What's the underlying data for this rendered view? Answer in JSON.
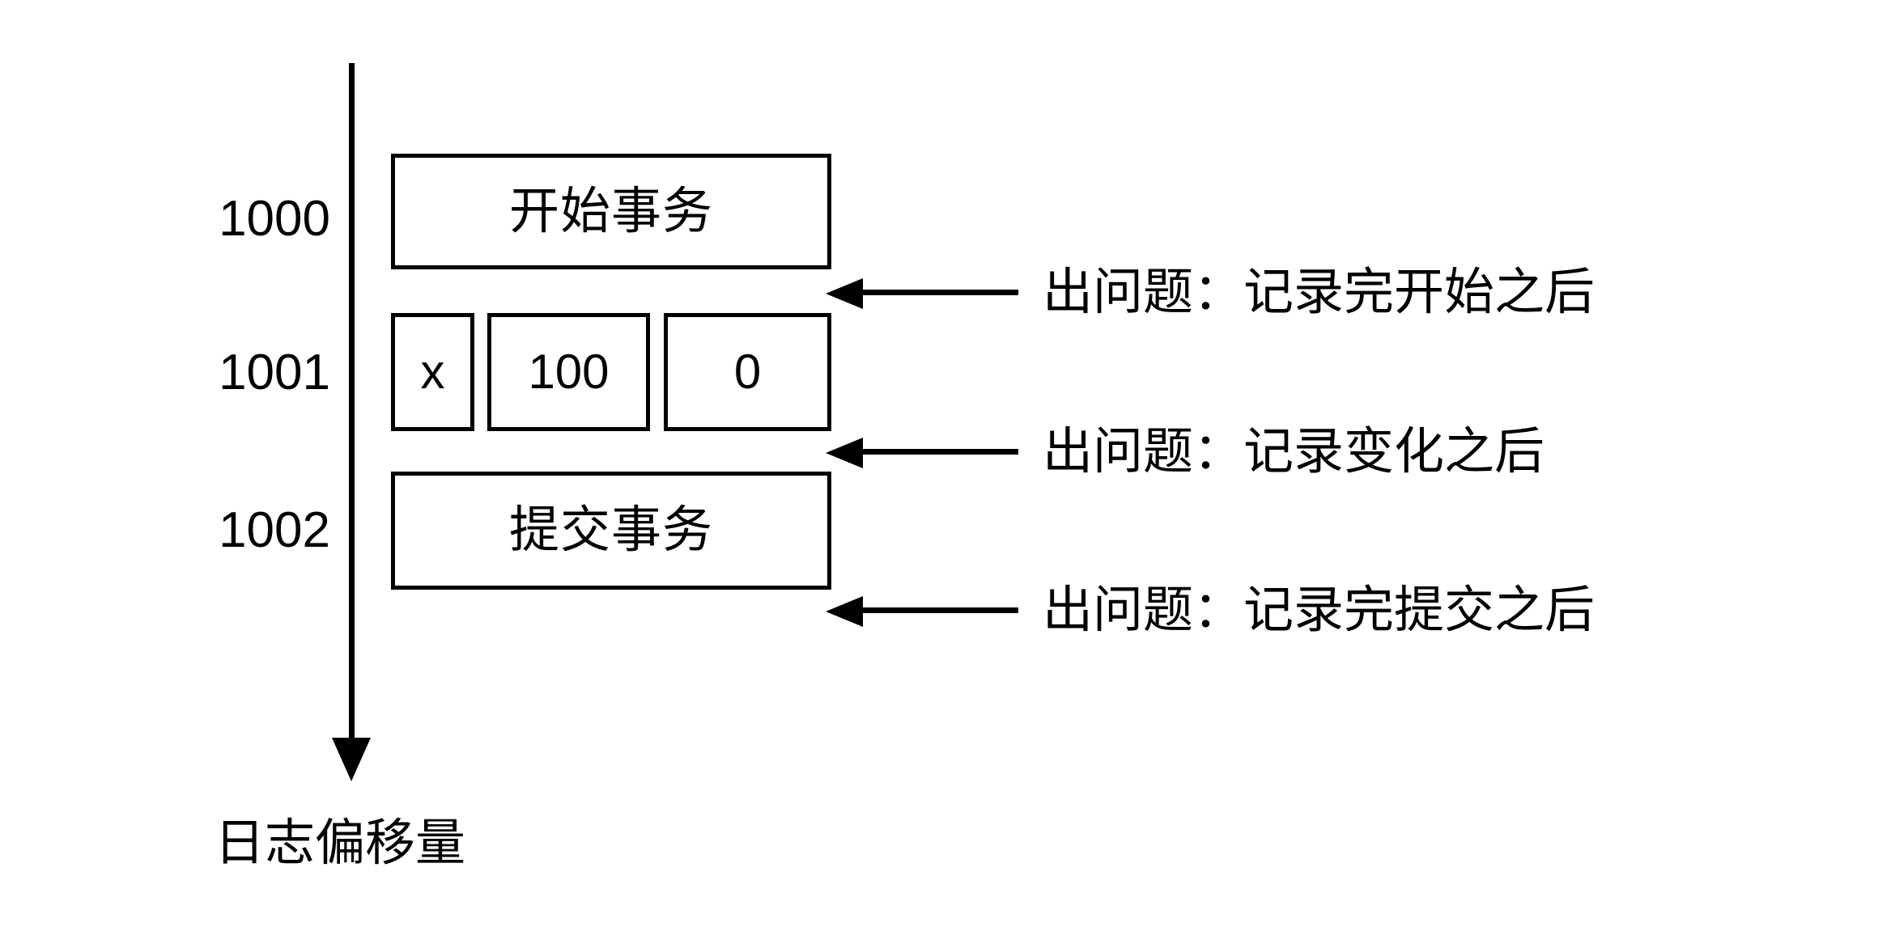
{
  "diagram": {
    "axis": {
      "caption": "日志偏移量",
      "direction_icon": "down-arrow-icon"
    },
    "rows": [
      {
        "offset": "1000",
        "kind": "single",
        "label": "开始事务"
      },
      {
        "offset": "1001",
        "kind": "cells",
        "cells": [
          "x",
          "100",
          "0"
        ]
      },
      {
        "offset": "1002",
        "kind": "single",
        "label": "提交事务"
      }
    ],
    "annotations": [
      {
        "text": "出问题：记录完开始之后",
        "arrow_icon": "left-arrow-icon"
      },
      {
        "text": "出问题：记录变化之后",
        "arrow_icon": "left-arrow-icon"
      },
      {
        "text": "出问题：记录完提交之后",
        "arrow_icon": "left-arrow-icon"
      }
    ],
    "colors": {
      "stroke": "#000000",
      "background": "#ffffff"
    }
  }
}
